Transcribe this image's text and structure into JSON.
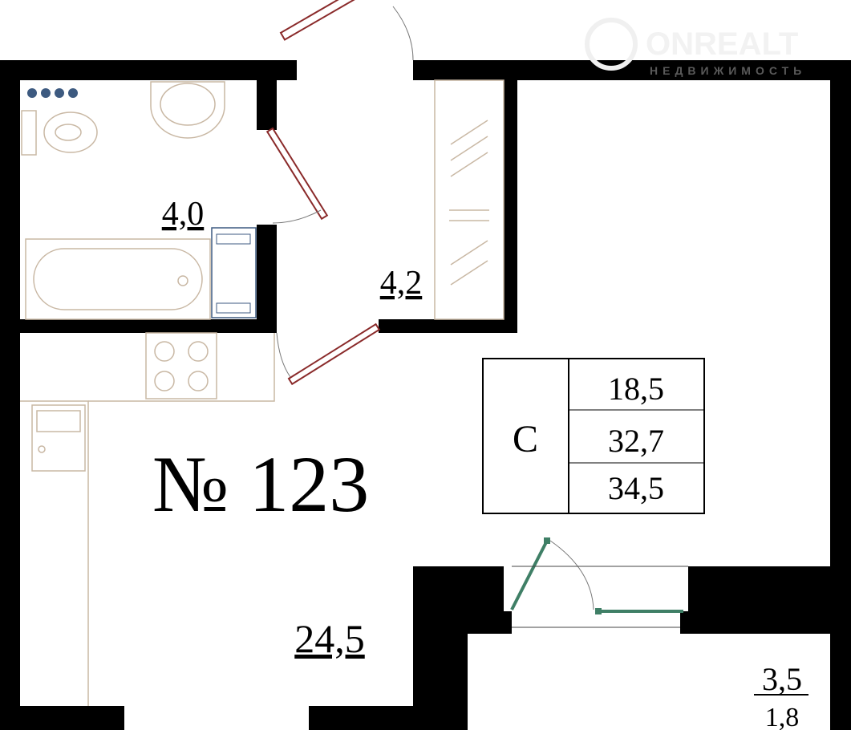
{
  "watermark": {
    "brand": "ONREALT",
    "tagline": "НЕДВИЖИМОСТЬ"
  },
  "rooms": {
    "bathroom_area": "4,0",
    "hallway_area": "4,2",
    "living_area": "24,5",
    "balcony_area": "3,5",
    "balcony_reduced_area": "1,8"
  },
  "apartment": {
    "number_label": "№ 123"
  },
  "summary_table": {
    "type_label": "С",
    "values": [
      "18,5",
      "32,7",
      "34,5"
    ]
  },
  "colors": {
    "wall": "#000000",
    "furniture": "#c9b8a4",
    "door": "#8a2a2a",
    "window": "#3f7f66",
    "dots": "#3d5a80"
  }
}
